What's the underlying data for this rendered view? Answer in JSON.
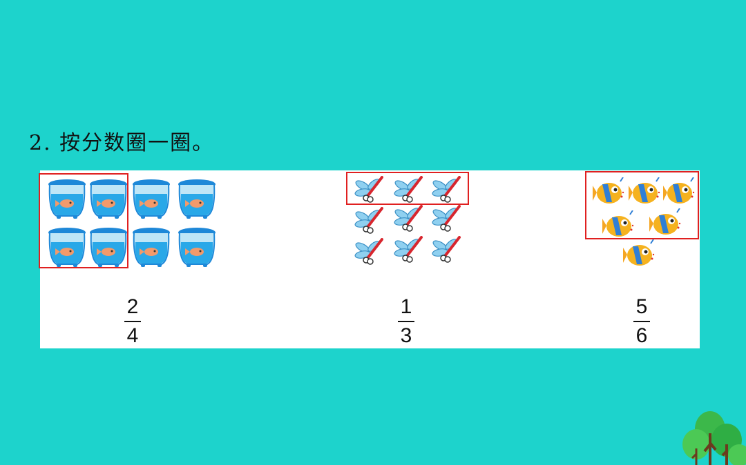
{
  "question": {
    "number": "2.",
    "text": "按分数圈一圈。"
  },
  "groups": [
    {
      "name": "fishbowl",
      "icon": "fishbowl-icon",
      "count": 8,
      "circled": 4,
      "fraction": {
        "numerator": "2",
        "denominator": "4"
      }
    },
    {
      "name": "dragonfly",
      "icon": "dragonfly-icon",
      "count": 9,
      "circled": 3,
      "fraction": {
        "numerator": "1",
        "denominator": "3"
      }
    },
    {
      "name": "fish",
      "icon": "fish-icon",
      "count": 6,
      "circled": 5,
      "fraction": {
        "numerator": "5",
        "denominator": "6"
      }
    }
  ],
  "colors": {
    "background": "#1dd3cc",
    "panel": "#ffffff",
    "circle": "#e02020"
  }
}
